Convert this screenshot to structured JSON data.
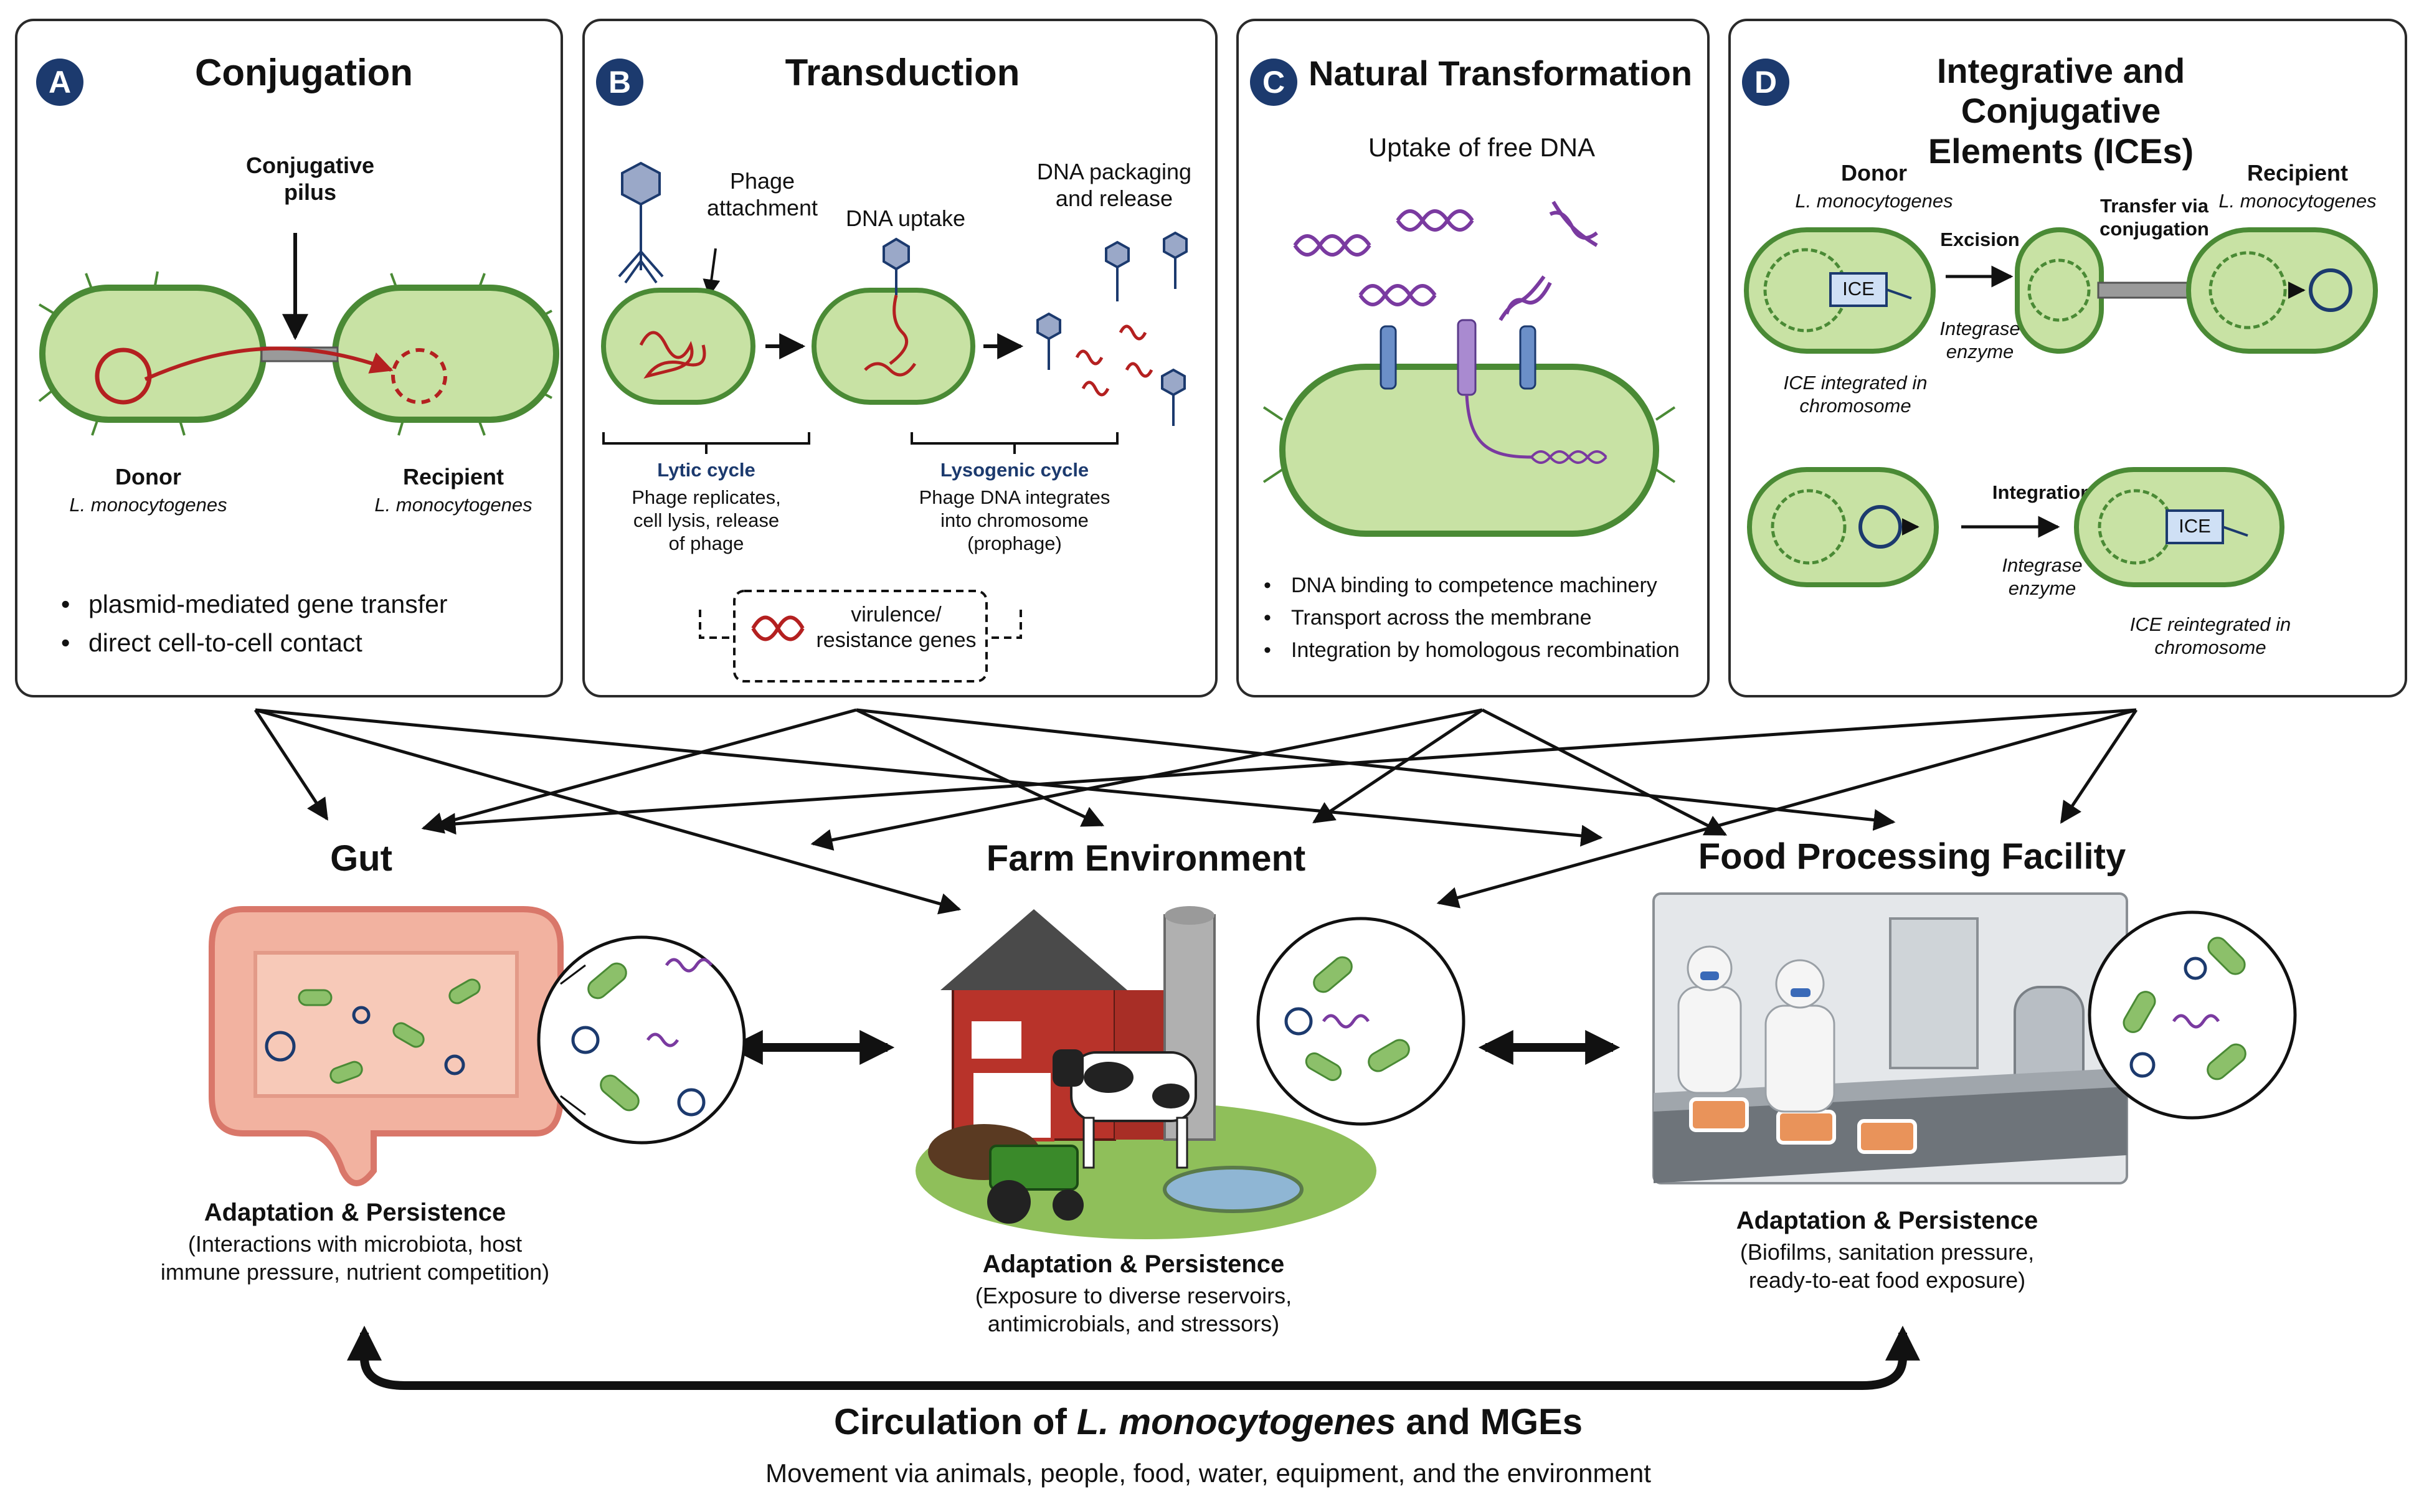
{
  "panels": {
    "a": {
      "badge": "A",
      "title": "Conjugation",
      "pilus_label": "Conjugative\npilus",
      "donor_label": "Donor",
      "donor_species": "L. monocytogenes",
      "recipient_label": "Recipient",
      "recipient_species": "L. monocytogenes",
      "bullets": [
        "plasmid-mediated gene transfer",
        "direct cell-to-cell contact"
      ]
    },
    "b": {
      "badge": "B",
      "title": "Transduction",
      "phage_attachment": "Phage\nattachment",
      "dna_uptake": "DNA uptake",
      "dna_packaging": "DNA packaging\nand release",
      "lytic_title": "Lytic cycle",
      "lytic_desc": "Phage replicates,\ncell lysis, release\nof phage",
      "lysogenic_title": "Lysogenic cycle",
      "lysogenic_desc": "Phage DNA integrates\ninto chromosome\n(prophage)",
      "genes_box": "virulence/\nresistance genes"
    },
    "c": {
      "badge": "C",
      "title": "Natural Transformation",
      "uptake_label": "Uptake of free DNA",
      "bullets": [
        "DNA binding to competence machinery",
        "Transport across the membrane",
        "Integration by homologous recombination"
      ]
    },
    "d": {
      "badge": "D",
      "title": "Integrative and Conjugative\nElements (ICEs)",
      "donor_label": "Donor",
      "donor_species": "L. monocytogenes",
      "recipient_label": "Recipient",
      "recipient_species": "L. monocytogenes",
      "excision": "Excision",
      "integrase_1": "Integrase\nenzyme",
      "transfer_via": "Transfer via\nconjugation",
      "ice_chromosome": "ICE integrated in\nchromosome",
      "ice_tag": "ICE",
      "integration": "Integration",
      "integrase_2": "Integrase\nenzyme",
      "ice_reintegrated": "ICE reintegrated in\nchromosome"
    }
  },
  "environments": {
    "gut": {
      "title": "Gut",
      "heading": "Adaptation & Persistence",
      "desc": "(Interactions with microbiota, host\nimmune pressure, nutrient competition)"
    },
    "farm": {
      "title": "Farm Environment",
      "heading": "Adaptation & Persistence",
      "desc": "(Exposure to diverse reservoirs,\nantimicrobials, and stressors)"
    },
    "food": {
      "title": "Food Processing Facility",
      "heading": "Adaptation & Persistence",
      "desc": "(Biofilms, sanitation pressure,\nready-to-eat food exposure)"
    }
  },
  "footer": {
    "title_pre": "Circulation of ",
    "title_species": "L. monocytogenes",
    "title_post": " and MGEs",
    "subtitle": "Movement via animals, people, food, water, equipment, and the environment"
  },
  "colors": {
    "cell_fill": "#c8e2a4",
    "cell_stroke": "#4a8a35",
    "navy": "#1c3a6e",
    "plasmid_red": "#b42020",
    "dna_purple": "#7a3aa0",
    "ice_box": "#cfe0f5",
    "barn_red": "#b8332a"
  }
}
